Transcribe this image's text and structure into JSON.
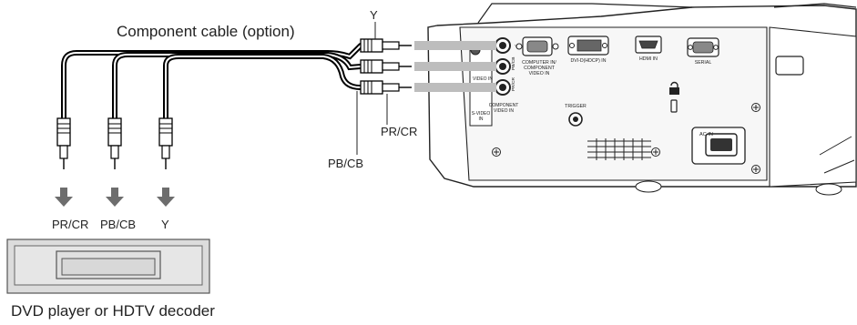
{
  "title": "Component cable (option)",
  "device_label": "DVD player or HDTV decoder",
  "device_ports": {
    "pr": "PR/CR",
    "pb": "PB/CB",
    "y": "Y"
  },
  "cable_labels": {
    "y": "Y",
    "pr": "PR/CR",
    "pb": "PB/CB"
  },
  "projector": {
    "computer_in": [
      "COMPUTER IN/",
      "COMPONENT",
      "VIDEO IN"
    ],
    "dvi_in": "DVI-D(HDCP) IN",
    "hdmi_in": "HDMI IN",
    "serial": "SERIAL",
    "video_in": "VIDEO IN",
    "s_video_in": [
      "S-VIDEO",
      "IN"
    ],
    "component_video_in": [
      "COMPONENT",
      "VIDEO IN"
    ],
    "trigger": "TRIGGER",
    "ac_in": "AC IN",
    "jack_y": "Y",
    "jack_pb": "PB/CB",
    "jack_pr": "PR/CR"
  }
}
